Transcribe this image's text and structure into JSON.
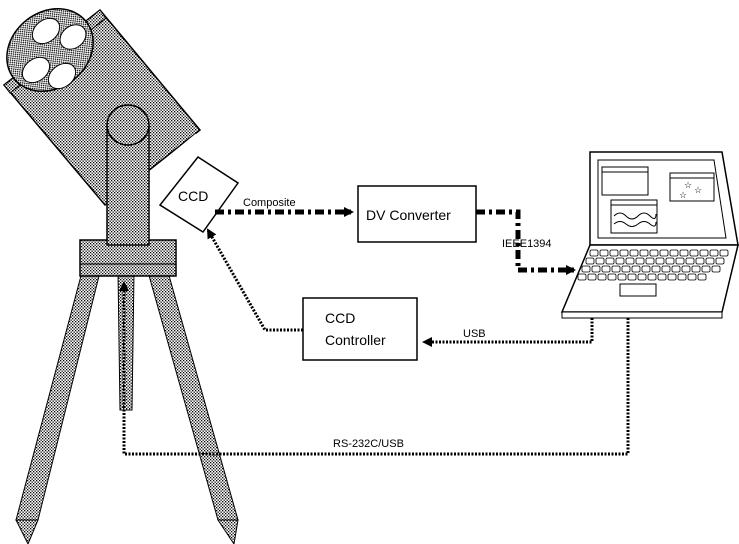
{
  "nodes": {
    "ccd": "CCD",
    "dv_converter": "DV Converter",
    "ccd_controller_line1": "CCD",
    "ccd_controller_line2": "Controller"
  },
  "connections": {
    "composite": "Composite",
    "ieee1394": "IEEE1394",
    "usb": "USB",
    "rs232c_usb": "RS-232C/USB"
  }
}
